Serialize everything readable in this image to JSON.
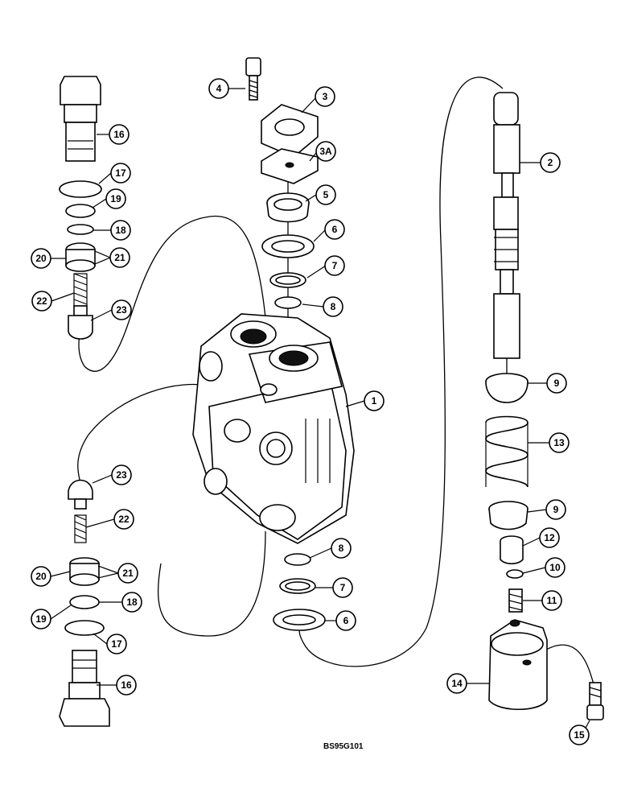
{
  "figure_code": "BS95G101",
  "callouts": {
    "c1": "1",
    "c2": "2",
    "c3": "3",
    "c3a": "3A",
    "c4": "4",
    "c5": "5",
    "c6a": "6",
    "c6b": "6",
    "c7a": "7",
    "c7b": "7",
    "c8a": "8",
    "c8b": "8",
    "c9a": "9",
    "c9b": "9",
    "c10": "10",
    "c11": "11",
    "c12": "12",
    "c13": "13",
    "c14": "14",
    "c15": "15",
    "c16a": "16",
    "c16b": "16",
    "c17a": "17",
    "c17b": "17",
    "c18a": "18",
    "c18b": "18",
    "c19a": "19",
    "c19b": "19",
    "c20a": "20",
    "c20b": "20",
    "c21a": "21",
    "c21b": "21",
    "c22a": "22",
    "c22b": "22",
    "c23a": "23",
    "c23b": "23"
  }
}
